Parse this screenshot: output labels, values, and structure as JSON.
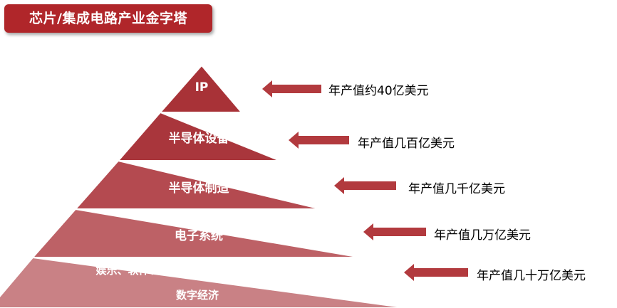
{
  "title": "芯片/集成电路产业金字塔",
  "tiers": [
    {
      "label": "IP",
      "value": "年产值约40亿美元",
      "color": "#a83237"
    },
    {
      "label": "半导体设备",
      "value": "年产值几百亿美元",
      "color": "#a9363c"
    },
    {
      "label": "半导体制造",
      "value": "年产值几千亿美元",
      "color": "#b44a50"
    },
    {
      "label": "电子系统",
      "value": "年产值几万亿美元",
      "color": "#bd6166"
    },
    {
      "label": "娱乐、软件、网络、电商、传媒、大数据等",
      "label2": "数字经济",
      "value": "年产值几十万亿美元",
      "color": "#c98185"
    }
  ],
  "arrow_color": "#b23a3e"
}
